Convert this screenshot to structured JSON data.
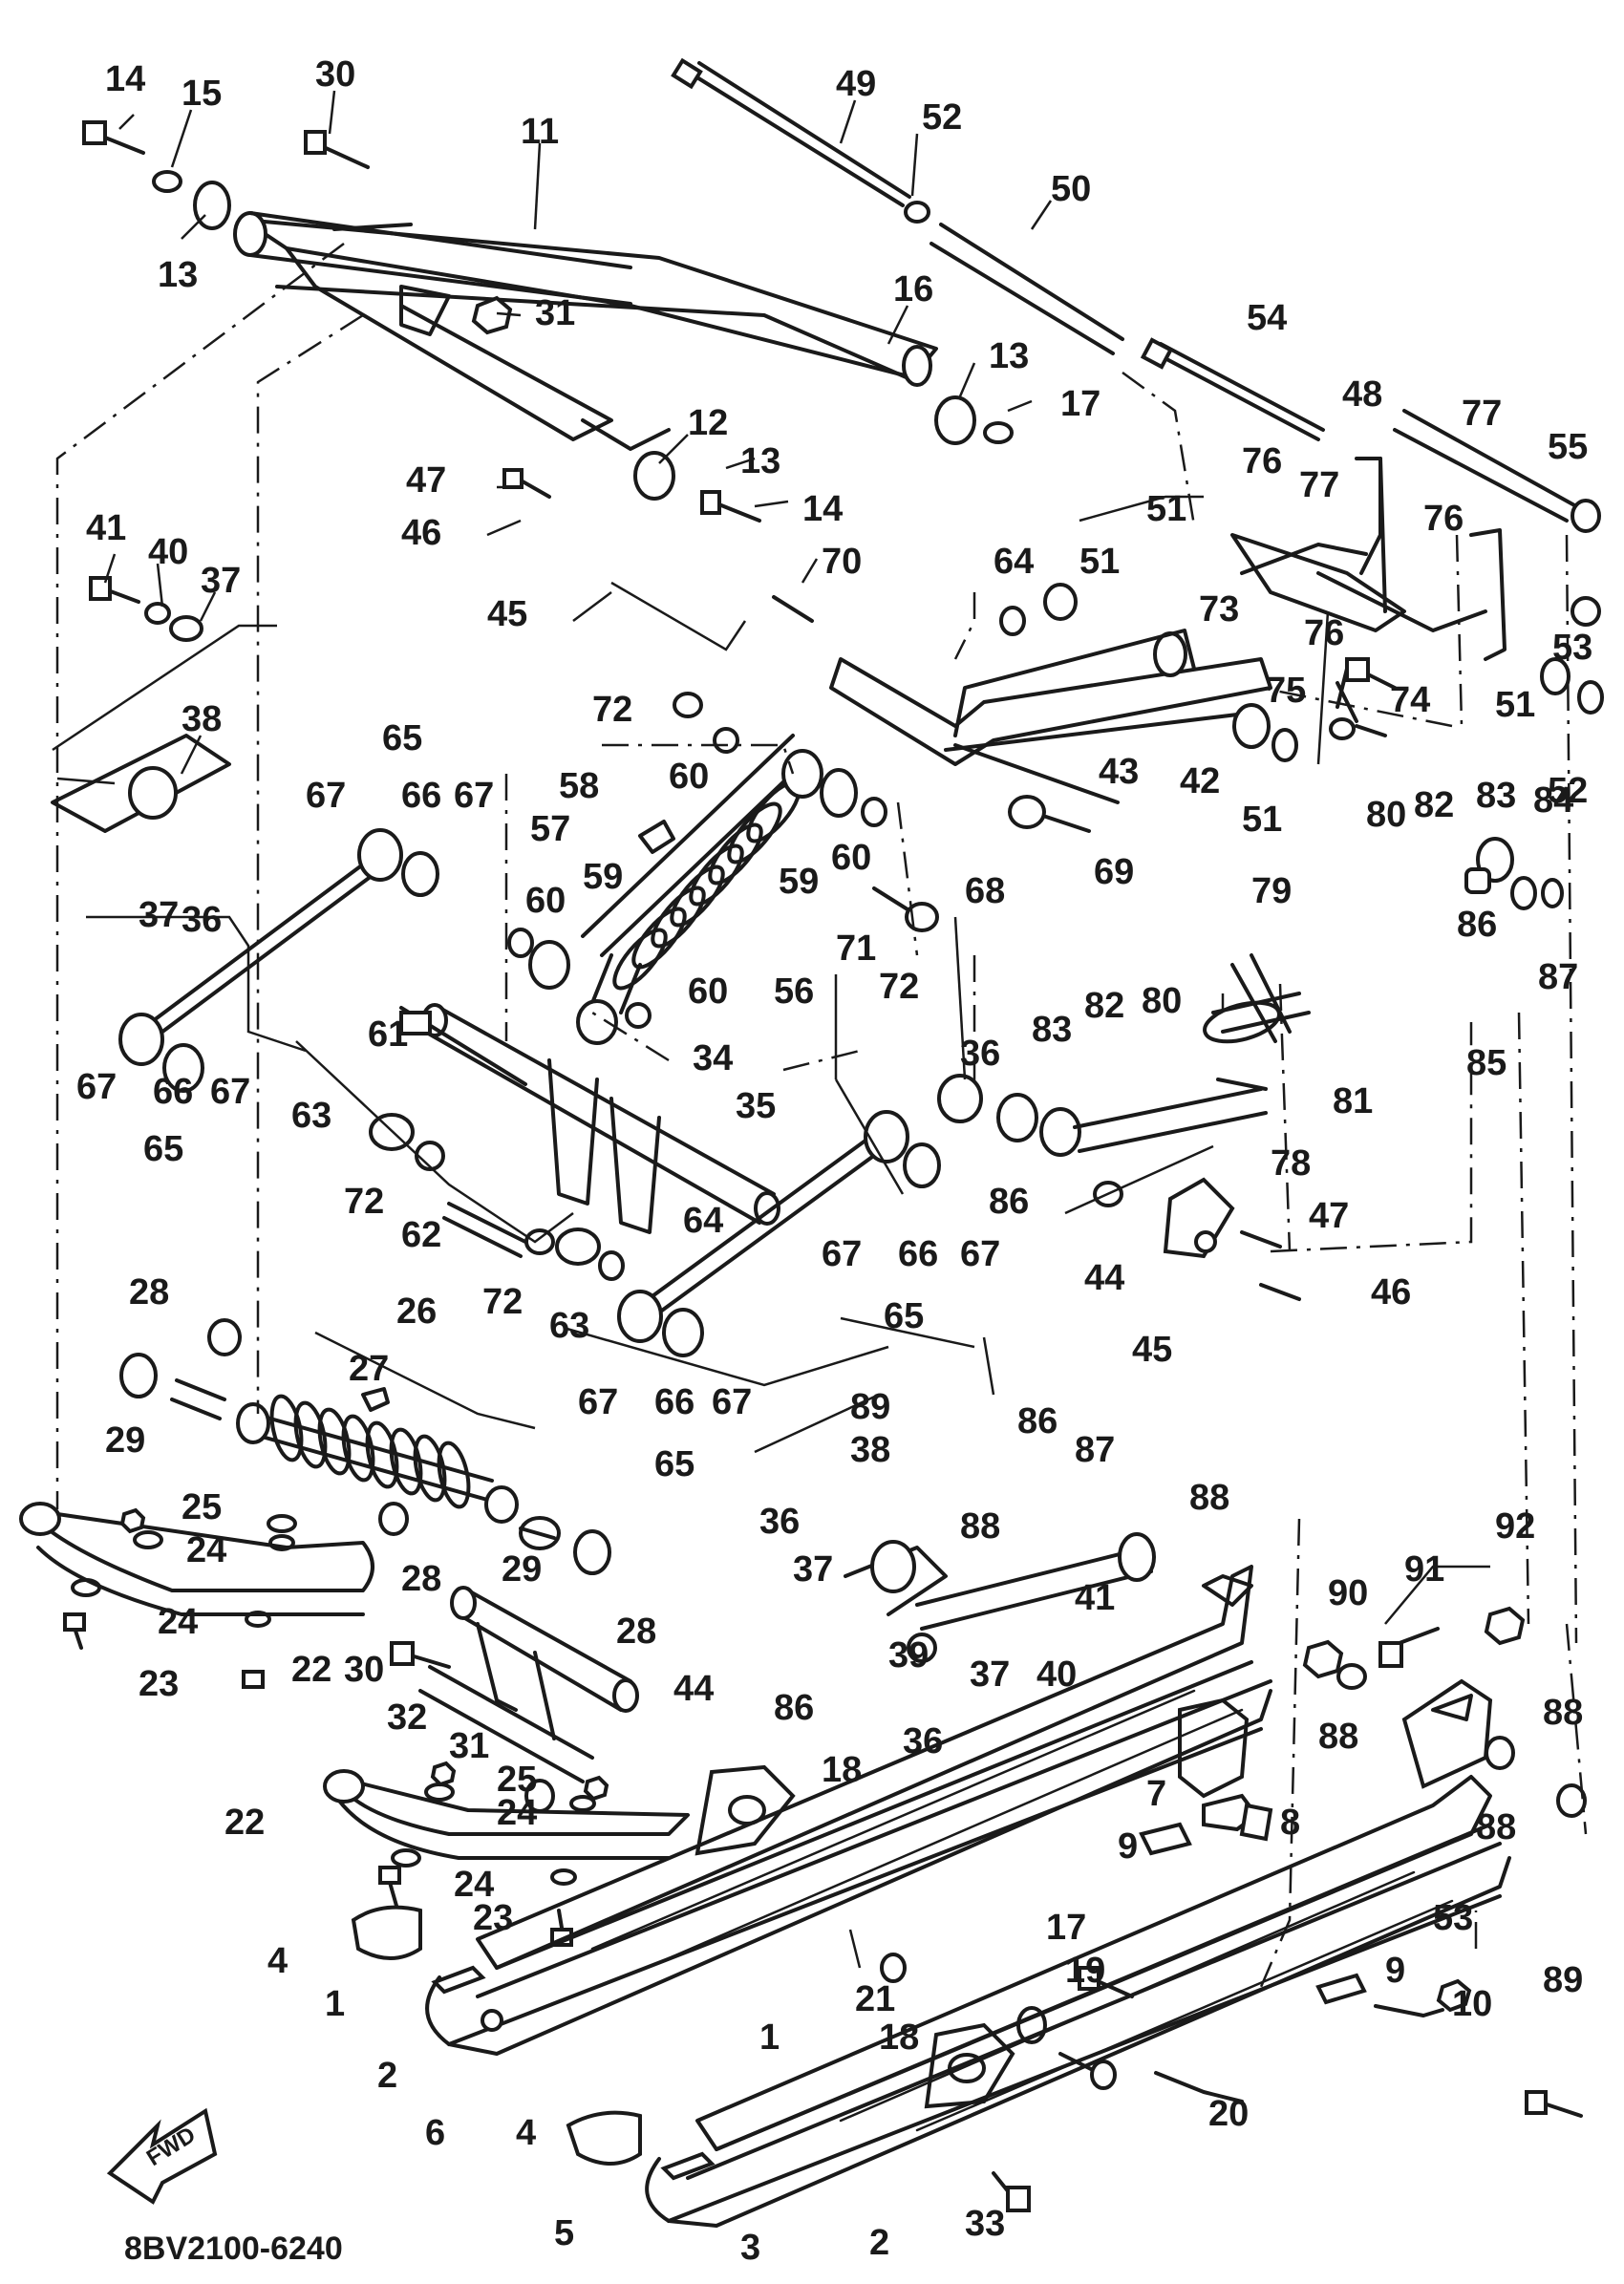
{
  "diagram": {
    "drawing_code": "8BV2100-6240",
    "direction_badge": "FWD",
    "callouts": [
      "14",
      "15",
      "30",
      "11",
      "13",
      "31",
      "16",
      "49",
      "52",
      "50",
      "13",
      "17",
      "12",
      "13",
      "14",
      "47",
      "46",
      "45",
      "41",
      "40",
      "37",
      "38",
      "65",
      "67",
      "66",
      "67",
      "37",
      "36",
      "67",
      "66",
      "67",
      "65",
      "72",
      "60",
      "58",
      "57",
      "60",
      "59",
      "60",
      "56",
      "59",
      "60",
      "71",
      "72",
      "70",
      "64",
      "51",
      "43",
      "42",
      "69",
      "68",
      "51",
      "54",
      "48",
      "77",
      "55",
      "51",
      "76",
      "77",
      "76",
      "73",
      "76",
      "75",
      "74",
      "53",
      "51",
      "52",
      "79",
      "80",
      "82",
      "83",
      "84",
      "86",
      "87",
      "85",
      "80",
      "82",
      "83",
      "81",
      "78",
      "36",
      "86",
      "44",
      "47",
      "46",
      "45",
      "61",
      "34",
      "35",
      "63",
      "72",
      "62",
      "64",
      "72",
      "63",
      "67",
      "66",
      "67",
      "65",
      "67",
      "66",
      "67",
      "65",
      "28",
      "26",
      "27",
      "29",
      "25",
      "24",
      "24",
      "23",
      "22",
      "28",
      "29",
      "28",
      "30",
      "32",
      "31",
      "89",
      "86",
      "87",
      "38",
      "88",
      "36",
      "37",
      "88",
      "44",
      "86",
      "36",
      "39",
      "37",
      "40",
      "41",
      "25",
      "24",
      "22",
      "18",
      "24",
      "23",
      "4",
      "1",
      "2",
      "6",
      "4",
      "5",
      "3",
      "1",
      "2",
      "33",
      "17",
      "19",
      "21",
      "18",
      "20",
      "7",
      "8",
      "9",
      "9",
      "10",
      "90",
      "91",
      "92",
      "88",
      "88",
      "88",
      "53",
      "89"
    ]
  }
}
